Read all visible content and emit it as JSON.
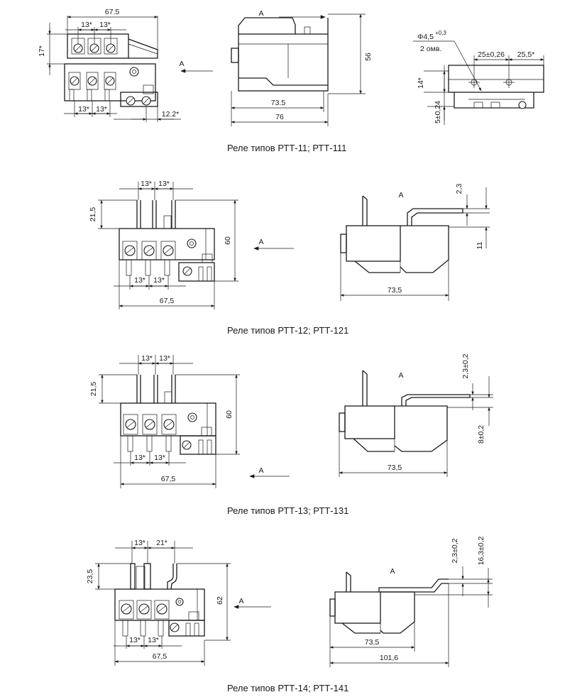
{
  "captions": {
    "r1": "Реле типов РТТ-11; РТТ-111",
    "r2": "Реле типов РТТ-12; РТТ-121",
    "r3": "Реле типов РТТ-13; РТТ-131",
    "r4": "Реле типов РТТ-14; РТТ-141"
  },
  "arrow_label": "A",
  "dims": {
    "r1": {
      "width": "67.5",
      "pitch_top_a": "13*",
      "pitch_top_b": "13*",
      "height_left": "17*",
      "pitch_bot_a": "13*",
      "pitch_bot_b": "13*",
      "right_offset": "12.2*",
      "side_height": "56",
      "side_depth": "73.5",
      "side_total": "76",
      "hole_dia": "Φ4,5",
      "hole_tol": "+0,3",
      "hole_count": "2 омв.",
      "hole_spacing": "25±0,26",
      "hole_edge": "25,5*",
      "hole_height": "14*",
      "hole_offset": "5±0,24"
    },
    "r2": {
      "pitch_top_a": "13*",
      "pitch_top_b": "13*",
      "pin_height": "21,5",
      "height": "60",
      "pitch_bot_a": "13*",
      "pitch_bot_b": "13*",
      "width": "67,5",
      "side_tab": "2,3",
      "side_offset": "11",
      "side_depth": "73,5"
    },
    "r3": {
      "pitch_top_a": "13*",
      "pitch_top_b": "13*",
      "pin_height": "21,5",
      "height": "60",
      "pitch_bot_a": "13*",
      "pitch_bot_b": "13*",
      "width": "67,5",
      "side_tab": "2,3±0,2",
      "side_offset": "8±0,2",
      "side_depth": "73,5"
    },
    "r4": {
      "pitch_top_a": "13*",
      "pitch_top_b": "21*",
      "pin_height": "23,5",
      "height": "62",
      "pitch_bot_a": "13*",
      "pitch_bot_b": "13*",
      "width": "67,5",
      "side_tab": "2,3±0,2",
      "side_offset": "16,3±0,2",
      "side_depth": "73,5",
      "side_total": "101,6"
    }
  }
}
